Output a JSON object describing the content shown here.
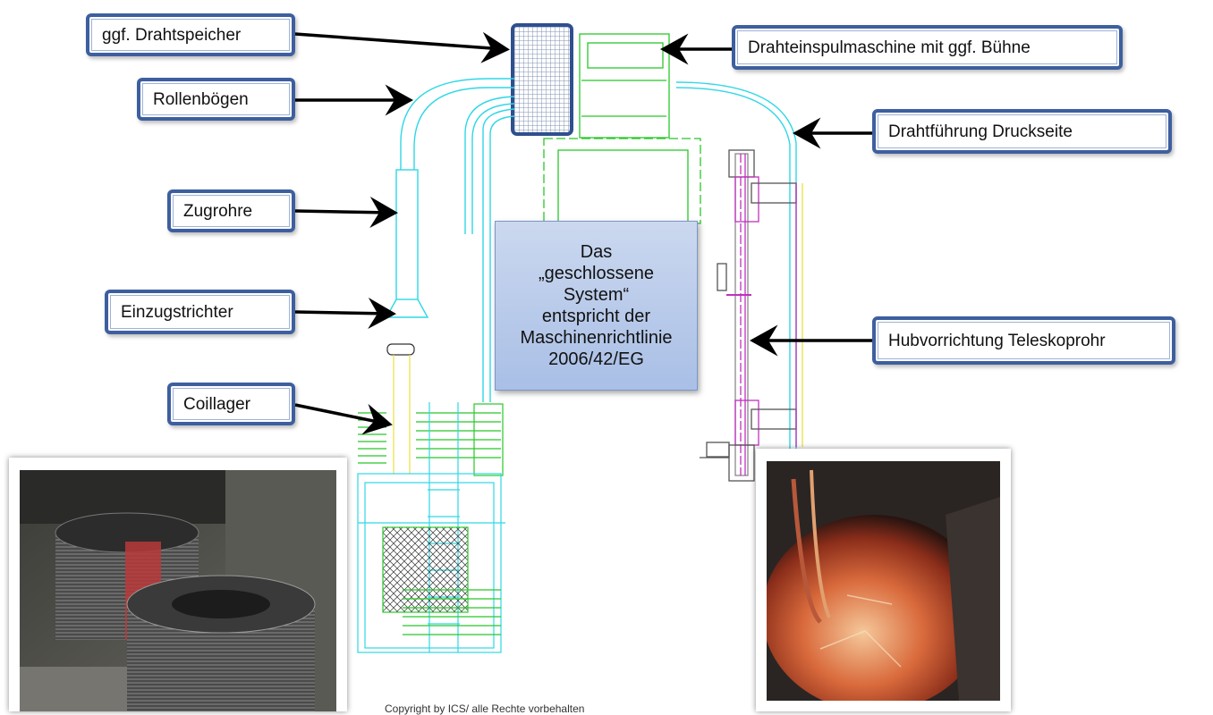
{
  "labels": {
    "drahtspeicher": "ggf. Drahtspeicher",
    "rollenboegen": "Rollenbögen",
    "zugrohre": "Zugrohre",
    "einzugstrichter": "Einzugstrichter",
    "coillager": "Coillager",
    "drahteinspulmaschine": "Drahteinspulmaschine mit ggf. Bühne",
    "drahtfuehrung": "Drahtführung Druckseite",
    "hubvorrichtung": "Hubvorrichtung Teleskoprohr"
  },
  "callout": {
    "text": "Das\n„geschlossene System“\nentspricht der Maschinenrichtlinie 2006/42/EG"
  },
  "footer": {
    "copyright": "Copyright by ICS/ alle Rechte vorbehalten"
  },
  "colors": {
    "label_border": "#3e5f9f",
    "drawing_cyan": "#2fd7e6",
    "drawing_green": "#28c828",
    "drawing_magenta": "#c030c0",
    "drawing_yellow": "#e8e040",
    "arrow": "#000000"
  },
  "icons": {
    "left_photo": "wire-coil-photo",
    "right_photo": "molten-metal-ladle-photo"
  }
}
